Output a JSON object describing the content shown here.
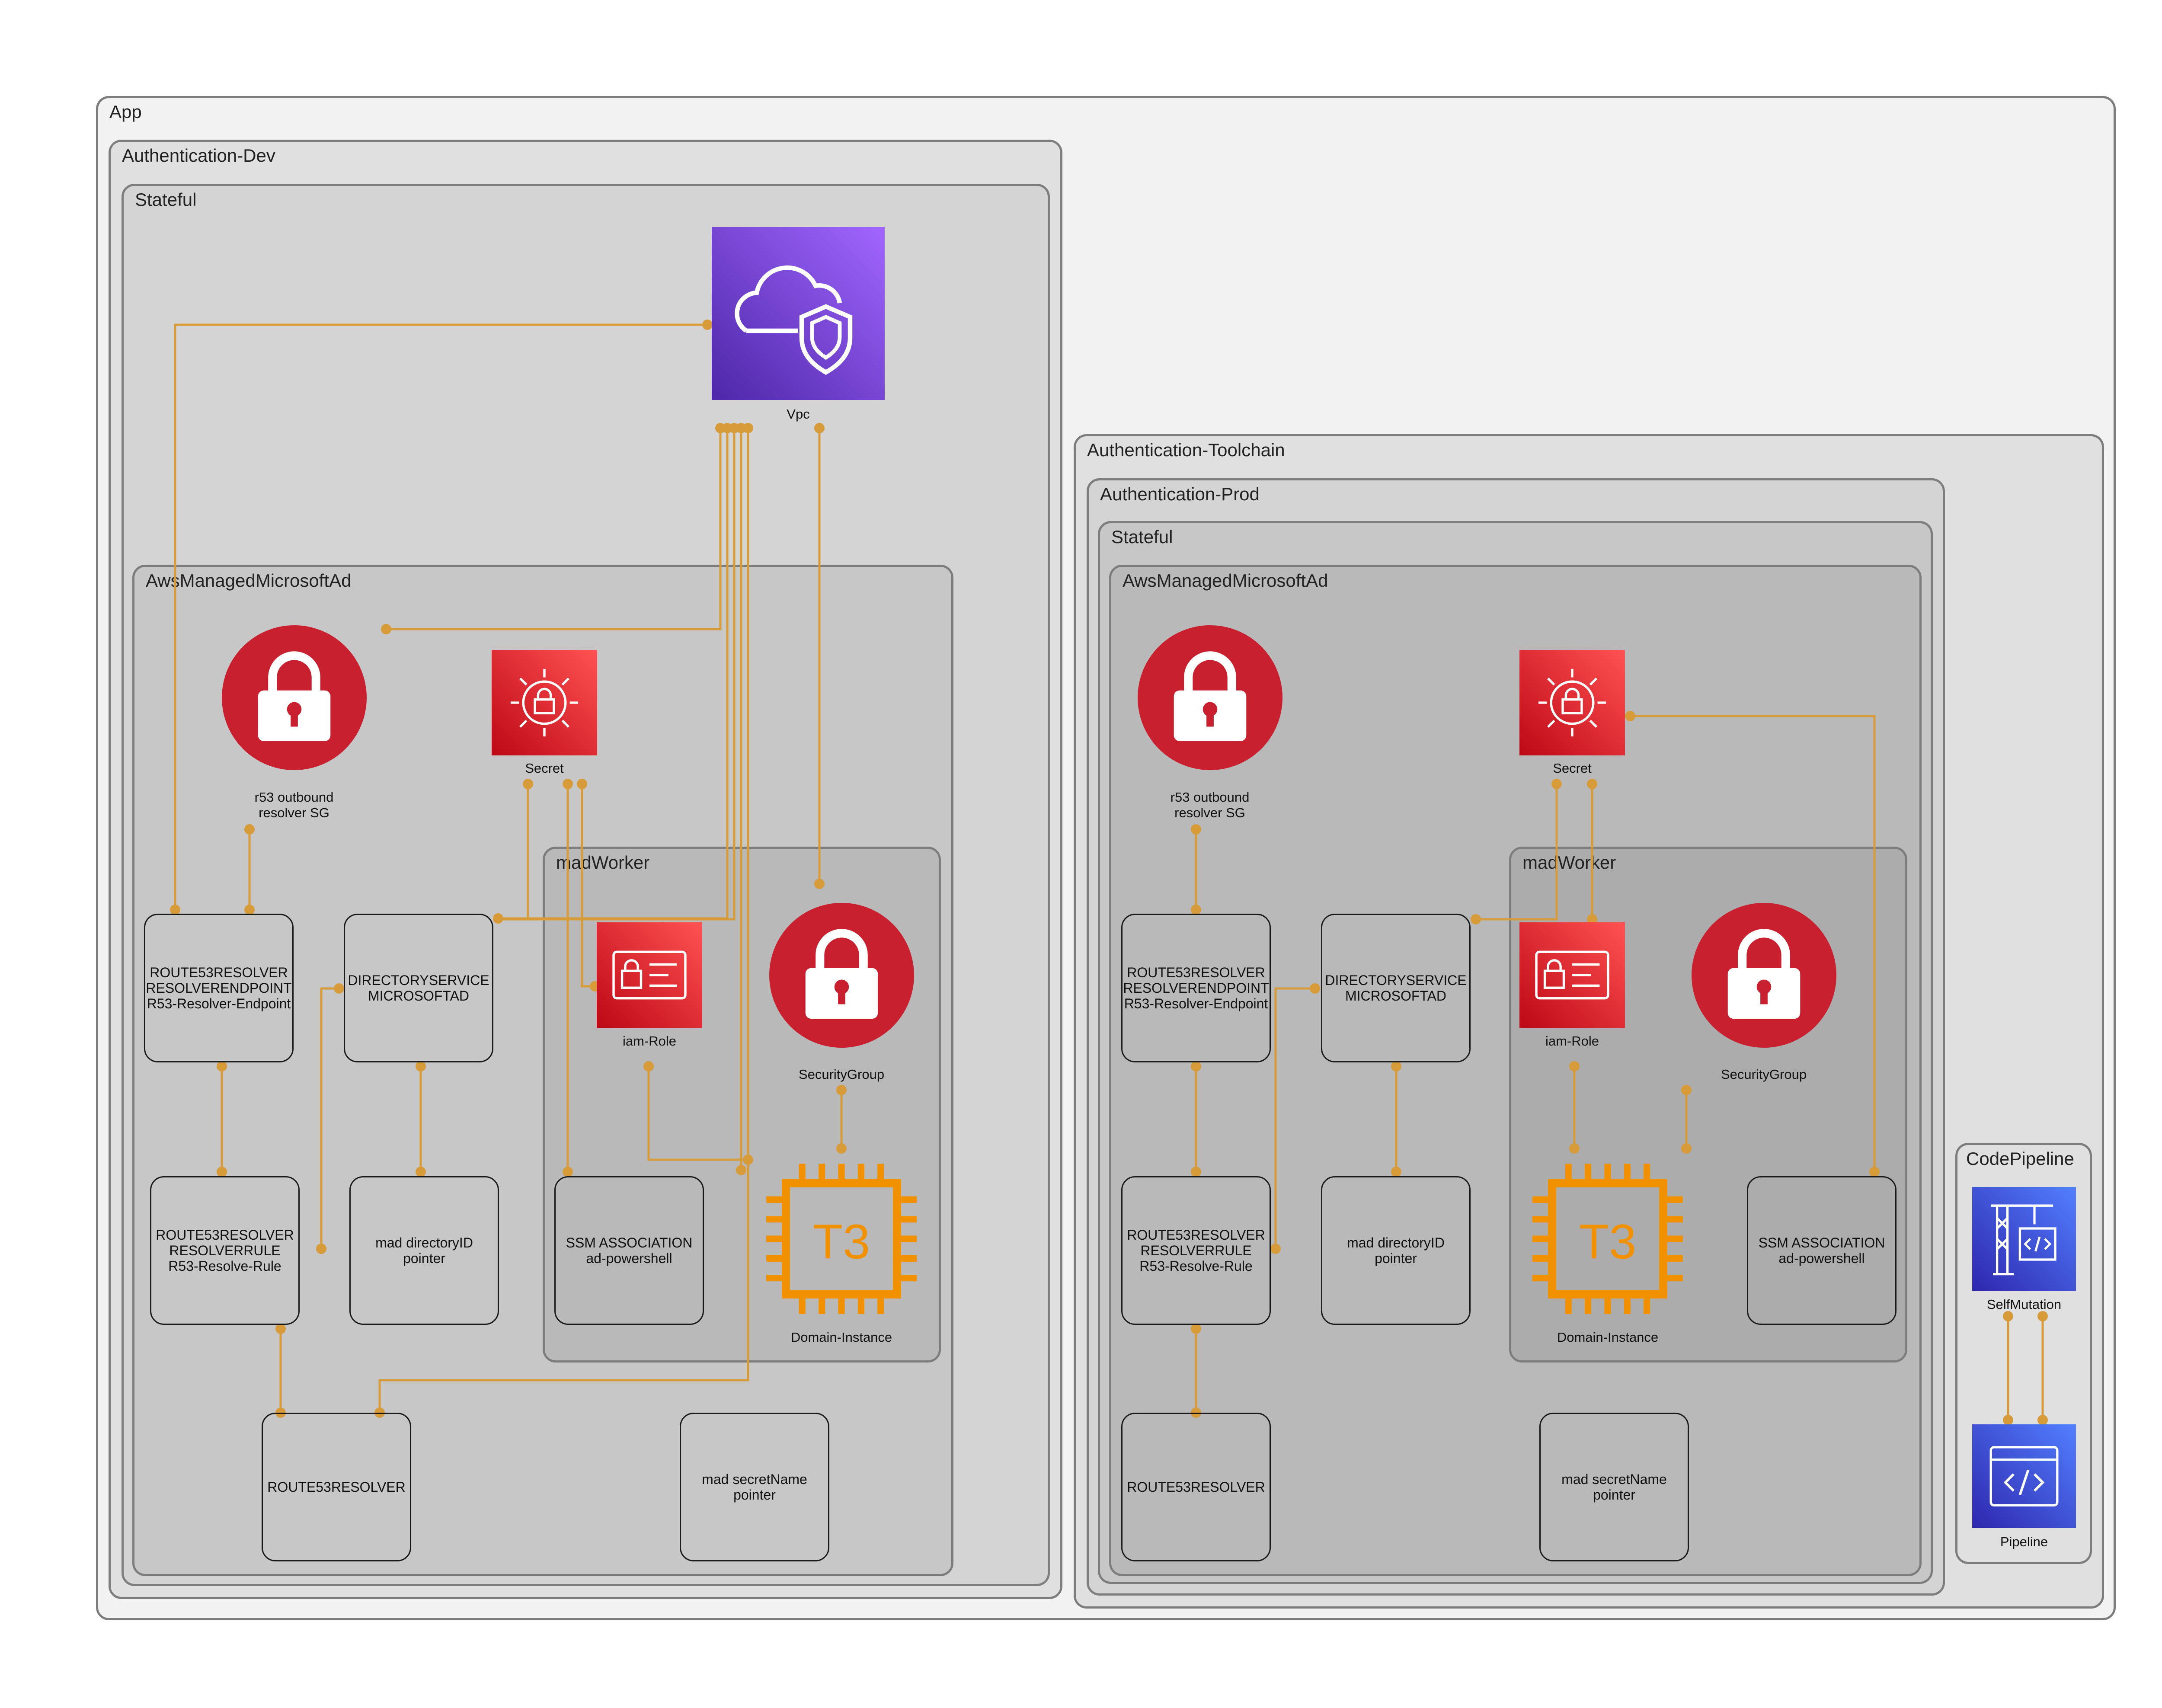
{
  "groups": {
    "app": "App",
    "dev": "Authentication-Dev",
    "dev_stateful": "Stateful",
    "dev_ad": "AwsManagedMicrosoftAd",
    "dev_worker": "madWorker",
    "toolchain": "Authentication-Toolchain",
    "prod": "Authentication-Prod",
    "prod_stateful": "Stateful",
    "prod_ad": "AwsManagedMicrosoftAd",
    "prod_worker": "madWorker",
    "codepipeline": "CodePipeline"
  },
  "dev": {
    "vpc": "Vpc",
    "r53_sg": "r53 outbound\nresolver SG",
    "secret": "Secret",
    "iam_role": "iam-Role",
    "security_group": "SecurityGroup",
    "domain_instance": "Domain-Instance",
    "resolver_endpoint": "ROUTE53RESOLVER\nRESOLVERENDPOINT\nR53-Resolver-Endpoint",
    "directory_service": "DIRECTORYSERVICE\nMICROSOFTAD",
    "resolver_rule": "ROUTE53RESOLVER\nRESOLVERRULE\nR53-Resolve-Rule",
    "directory_id": "mad directoryID\npointer",
    "ssm_association": "SSM ASSOCIATION\nad-powershell",
    "route53resolver": "ROUTE53RESOLVER",
    "secret_name": "mad secretName\npointer"
  },
  "prod": {
    "r53_sg": "r53 outbound\nresolver SG",
    "secret": "Secret",
    "iam_role": "iam-Role",
    "security_group": "SecurityGroup",
    "domain_instance": "Domain-Instance",
    "resolver_endpoint": "ROUTE53RESOLVER\nRESOLVERENDPOINT\nR53-Resolver-Endpoint",
    "directory_service": "DIRECTORYSERVICE\nMICROSOFTAD",
    "resolver_rule": "ROUTE53RESOLVER\nRESOLVERRULE\nR53-Resolve-Rule",
    "directory_id": "mad directoryID\npointer",
    "ssm_association": "SSM ASSOCIATION\nad-powershell",
    "route53resolver": "ROUTE53RESOLVER",
    "secret_name": "mad secretName\npointer"
  },
  "pipeline": {
    "self_mutation": "SelfMutation",
    "pipeline": "Pipeline"
  },
  "icons": {
    "vpc": "vpc-shield-cloud-icon",
    "security_group": "padlock-icon",
    "secret": "secrets-manager-icon",
    "iam_role": "iam-role-icon",
    "instance": "ec2-t3-chip-icon",
    "self_mutation": "crane-code-icon",
    "pipeline": "code-pipeline-icon"
  },
  "colors": {
    "edge": "#d79b3a",
    "security_red": "#c8202f",
    "vpc_purple": "#6b3fd4",
    "t3_orange": "#f29100",
    "devtools_blue": "#3b48cc"
  }
}
